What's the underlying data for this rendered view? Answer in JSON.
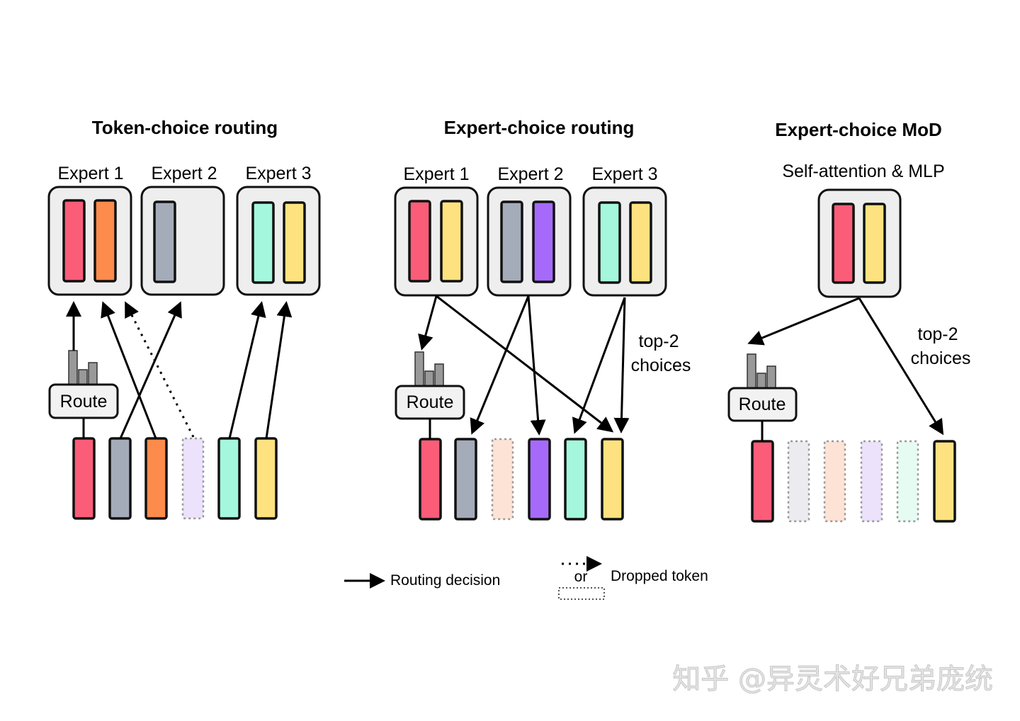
{
  "colors": {
    "red": "#fb5d78",
    "orange": "#fc8b4c",
    "gray": "#a4abb9",
    "mint": "#a4f7dc",
    "yellow": "#fde27f",
    "purple": "#a66afa",
    "lavender_faded": "#ece2fb",
    "peach_faded": "#fde3d6",
    "gray_faded": "#ececf0",
    "mint_faded": "#e6fbf1"
  },
  "panels": {
    "token_choice": {
      "title": "Token-choice routing",
      "experts": [
        "Expert 1",
        "Expert 2",
        "Expert 3"
      ],
      "route_label": "Route"
    },
    "expert_choice": {
      "title": "Expert-choice routing",
      "experts": [
        "Expert 1",
        "Expert 2",
        "Expert 3"
      ],
      "route_label": "Route",
      "annotation_line1": "top-2",
      "annotation_line2": "choices"
    },
    "mod": {
      "title": "Expert-choice MoD",
      "block_label": "Self-attention & MLP",
      "route_label": "Route",
      "annotation_line1": "top-2",
      "annotation_line2": "choices"
    }
  },
  "legend": {
    "routing_decision": "Routing decision",
    "or": "or",
    "dropped_token": "Dropped token"
  },
  "watermark": "知乎 @异灵术好兄弟庞统"
}
